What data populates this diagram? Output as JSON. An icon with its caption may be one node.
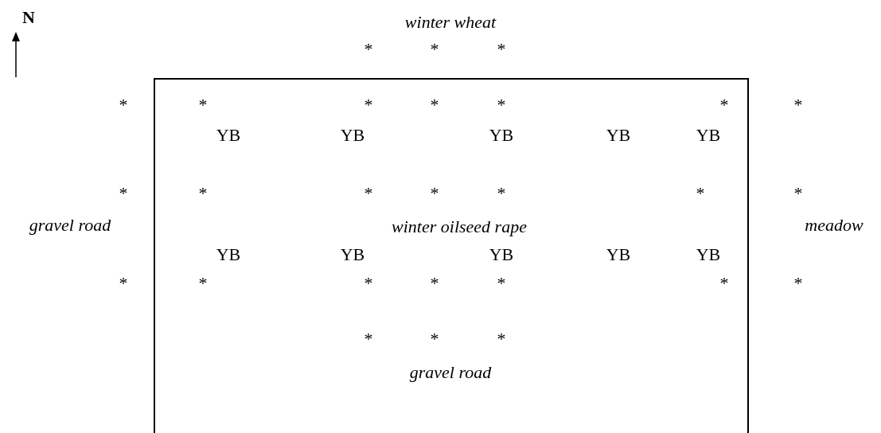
{
  "diagram": {
    "nodes": [
      {
        "text": [
          "winter oilseed rape"
        ]
      }
    ],
    "edges": [],
    "labels": [
      "N",
      "winter wheat",
      "*",
      "*",
      "*",
      "*",
      "*",
      "*",
      "*",
      "*",
      "*",
      "*",
      "YB",
      "YB",
      "YB",
      "YB",
      "YB",
      "*",
      "*",
      "*",
      "*",
      "*",
      "*",
      "*",
      "gravel road",
      "meadow",
      "YB",
      "YB",
      "YB",
      "YB",
      "YB",
      "*",
      "*",
      "*",
      "*",
      "*",
      "*",
      "*",
      "*",
      "*",
      "*",
      "gravel road"
    ]
  }
}
